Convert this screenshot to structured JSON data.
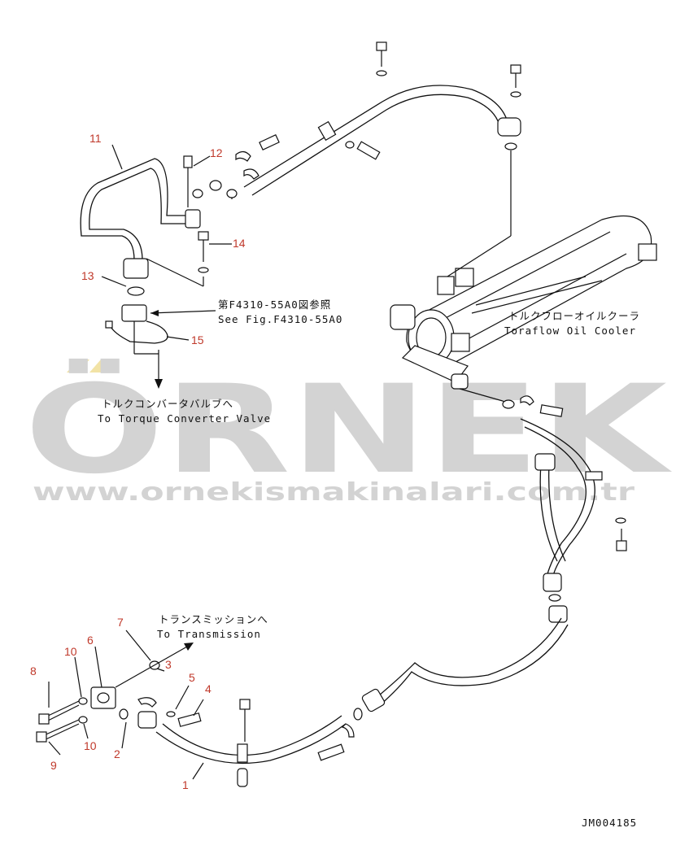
{
  "watermark": {
    "brand": "ÖRNEK",
    "url": "www.ornekismakinalari.com.tr",
    "colors": {
      "text": "#d3d3d3",
      "accent": "#f2e3a6"
    }
  },
  "annotations": {
    "ref_jp": "第F4310-55A0図参照",
    "ref_en": "See Fig.F4310-55A0",
    "cooler_jp": "トルクフローオイルクーラ",
    "cooler_en": "Toraflow Oil Cooler",
    "converter_jp": "トルクコンバータバルブへ",
    "converter_en": "To Torque Converter Valve",
    "transmission_jp": "トランスミッションへ",
    "transmission_en": "To Transmission",
    "drawing_id": "JM004185"
  },
  "callouts": {
    "c1": "1",
    "c2": "2",
    "c3": "3",
    "c4": "4",
    "c5": "5",
    "c6": "6",
    "c7": "7",
    "c8": "8",
    "c9": "9",
    "c10a": "10",
    "c10b": "10",
    "c11": "11",
    "c12": "12",
    "c13": "13",
    "c14": "14",
    "c15": "15"
  },
  "colors": {
    "callout": "#c0392b",
    "line": "#111111"
  }
}
